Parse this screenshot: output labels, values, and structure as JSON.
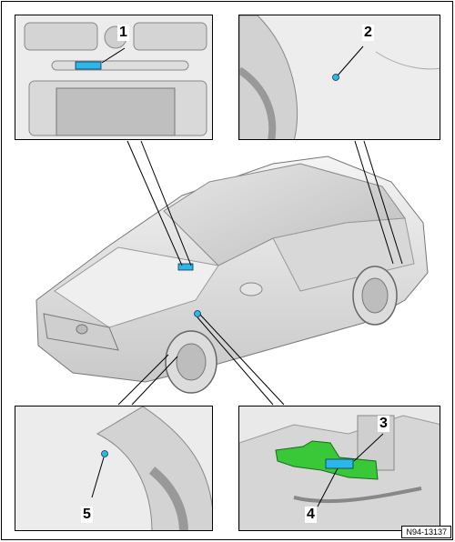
{
  "callouts": [
    "1",
    "2",
    "3",
    "4",
    "5"
  ],
  "figure_ref": "N94-13137",
  "colors": {
    "highlight": "#2bb8e8",
    "component": "#38c838",
    "line": "#000000"
  }
}
